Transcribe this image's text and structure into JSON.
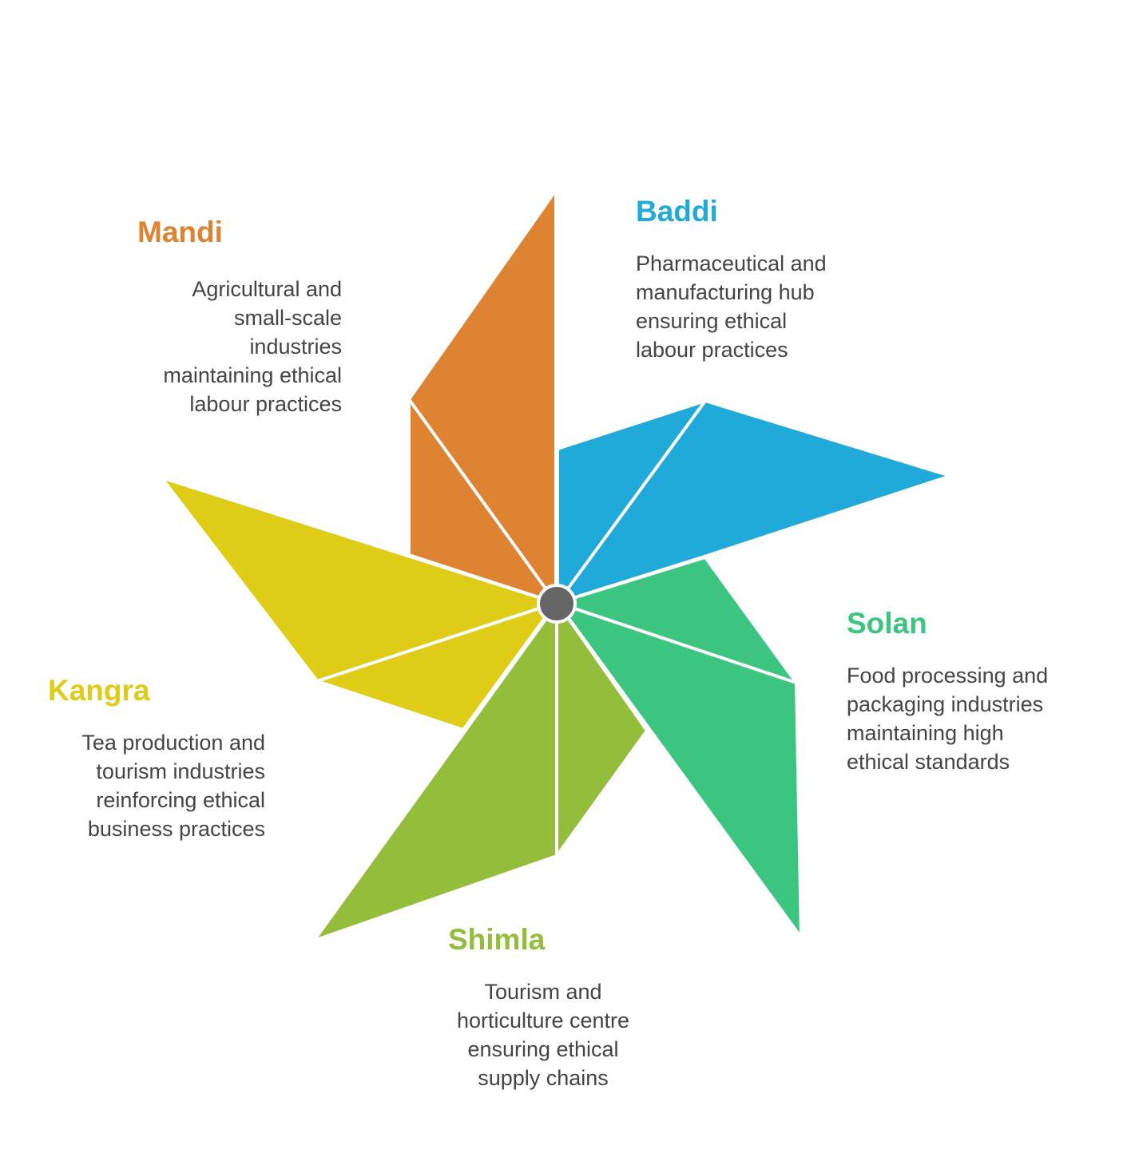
{
  "colors": {
    "mandi": "#DD8332",
    "baddi": "#1FAAD9",
    "solan": "#3CC481",
    "shimla": "#93BD3A",
    "kangra": "#DFCC17",
    "hub": "#666666"
  },
  "items": [
    {
      "title": "Baddi",
      "lines": [
        "Pharmaceutical and",
        "manufacturing hub",
        "ensuring ethical",
        "labour practices"
      ]
    },
    {
      "title": "Solan",
      "lines": [
        "Food processing and",
        "packaging industries",
        "maintaining high",
        "ethical standards"
      ]
    },
    {
      "title": "Shimla",
      "lines": [
        "Tourism and",
        "horticulture centre",
        "ensuring ethical",
        "supply chains"
      ]
    },
    {
      "title": "Kangra",
      "lines": [
        "Tea production and",
        "tourism industries",
        "reinforcing ethical",
        "business practices"
      ]
    },
    {
      "title": "Mandi",
      "lines": [
        "Agricultural and",
        "small-scale",
        "industries",
        "maintaining ethical",
        "labour practices"
      ]
    }
  ]
}
